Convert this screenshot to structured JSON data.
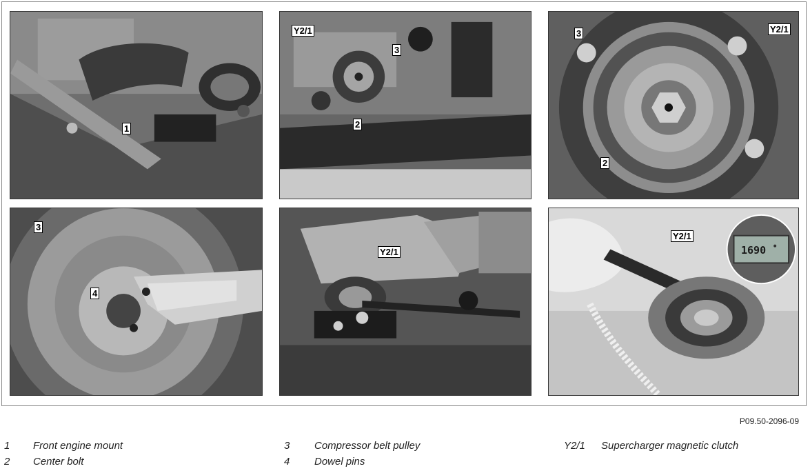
{
  "figure": {
    "code": "P09.50-2096-09",
    "photos": [
      {
        "callouts": [
          "1"
        ]
      },
      {
        "callouts": [
          "Y2/1",
          "3",
          "2"
        ]
      },
      {
        "callouts": [
          "3",
          "Y2/1",
          "2"
        ]
      },
      {
        "callouts": [
          "3",
          "4"
        ]
      },
      {
        "callouts": [
          "Y2/1"
        ]
      },
      {
        "callouts": [
          "Y2/1"
        ],
        "meter_reading": "1690"
      }
    ]
  },
  "legend": [
    {
      "num": "1",
      "text": "Front engine mount"
    },
    {
      "num": "2",
      "text": "Center bolt"
    },
    {
      "num": "3",
      "text": "Compressor belt pulley"
    },
    {
      "num": "4",
      "text": "Dowel pins"
    },
    {
      "num": "Y2/1",
      "text": "Supercharger magnetic clutch"
    }
  ]
}
